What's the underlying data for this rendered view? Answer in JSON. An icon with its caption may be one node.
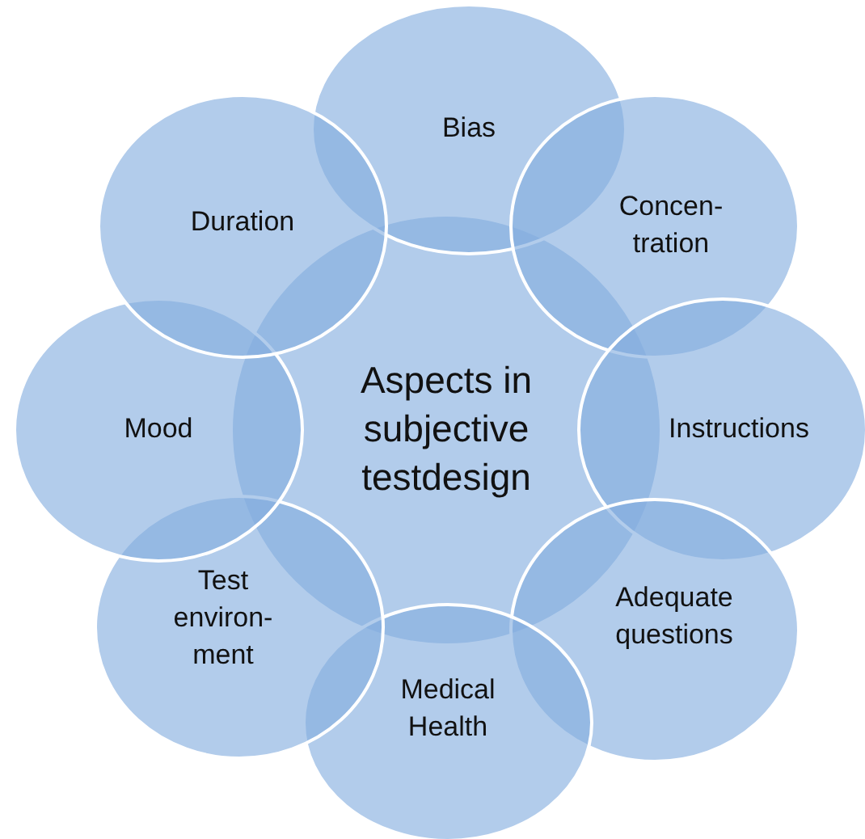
{
  "diagram": {
    "nodes": [
      {
        "text": [
          "Aspects in subjective testdesign"
        ]
      },
      {
        "text": [
          "Bias"
        ]
      },
      {
        "text": [
          "Concen- tration"
        ]
      },
      {
        "text": [
          "Instructions"
        ]
      },
      {
        "text": [
          "Adequate questions"
        ]
      },
      {
        "text": [
          "Medical Health"
        ]
      },
      {
        "text": [
          "Test environ- ment"
        ]
      },
      {
        "text": [
          "Mood"
        ]
      },
      {
        "text": [
          "Duration"
        ]
      }
    ]
  }
}
